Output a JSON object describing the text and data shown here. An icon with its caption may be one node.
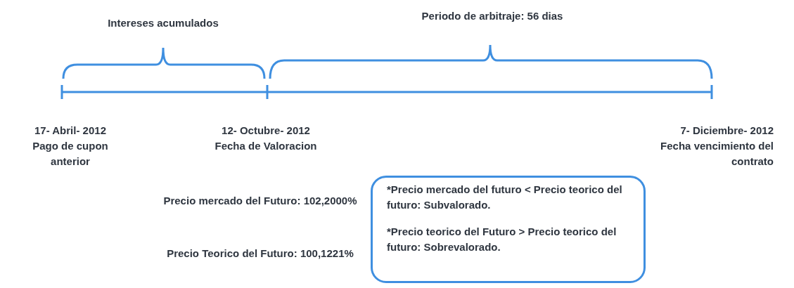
{
  "diagram": {
    "nodes": [
      {
        "text": [
          "17- Abril- 2012",
          "Pago de cupon anterior"
        ]
      },
      {
        "text": [
          "12- Octubre- 2012",
          "Fecha de Valoracion"
        ]
      },
      {
        "text": [
          "7- Diciembre- 2012",
          "Fecha vencimiento del contrato"
        ]
      },
      {
        "text": [
          "*Precio mercado del futuro < Precio teorico del futuro: Subvalorado.",
          "*Precio teorico del Futuro > Precio teorico del futuro: Sobrevalorado."
        ]
      }
    ],
    "edges": [],
    "labels": [
      "Intereses acumulados",
      "Periodo de arbitraje: 56 dias",
      "Precio mercado del Futuro: 102,2000%",
      "Precio Teorico del Futuro: 100,1221%"
    ]
  }
}
